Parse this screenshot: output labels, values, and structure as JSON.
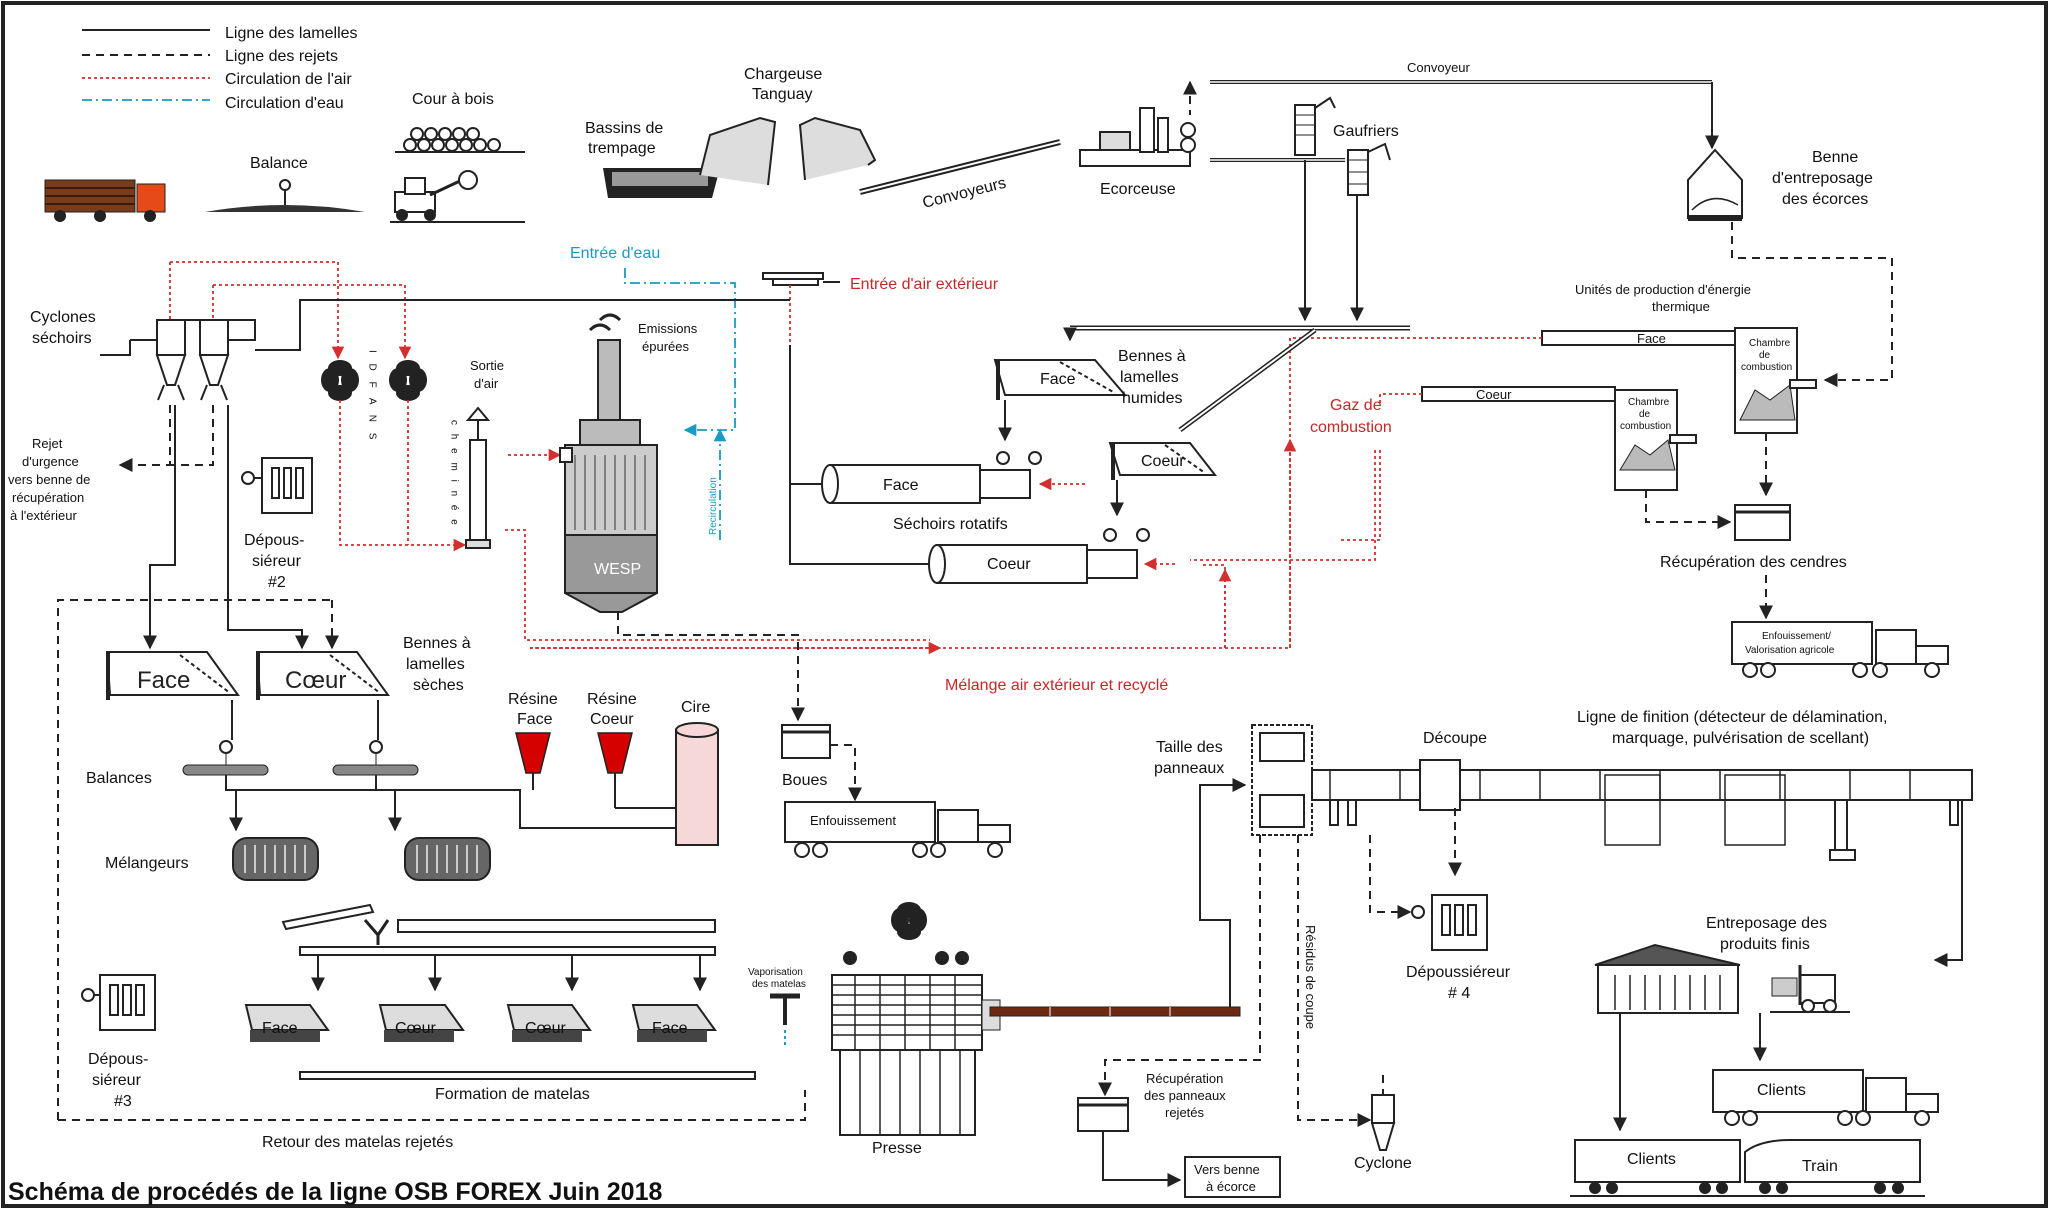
{
  "title": "Schéma de procédés de la ligne OSB FOREX Juin 2018",
  "legend": {
    "solid": "Ligne des lamelles",
    "dashed": "Ligne des rejets",
    "air": "Circulation de l'air",
    "water": "Circulation d'eau"
  },
  "colors": {
    "air": "#d32f2f",
    "water": "#1a9bc4",
    "line": "#222222",
    "resin": "#d50000",
    "wax": "#f6d8d8"
  },
  "labels": {
    "cour_a_bois": "Cour à bois",
    "balance": "Balance",
    "bassins_1": "Bassins de",
    "bassins_2": "trempage",
    "chargeuse_1": "Chargeuse",
    "chargeuse_2": "Tanguay",
    "convoyeurs": "Convoyeurs",
    "ecorceuse": "Ecorceuse",
    "convoyeur": "Convoyeur",
    "gaufriers": "Gaufriers",
    "benne_ecorces_1": "Benne",
    "benne_ecorces_2": "d'entreposage",
    "benne_ecorces_3": "des écorces",
    "entree_eau": "Entrée d'eau",
    "entree_air": "Entrée d'air extérieur",
    "cyclones_1": "Cyclones",
    "cyclones_2": "séchoirs",
    "idfans": "I D F A N S",
    "sortie_air_1": "Sortie",
    "sortie_air_2": "d'air",
    "cheminee": "c h e m i n é e",
    "emissions_1": "Emissions",
    "emissions_2": "épurées",
    "recirculation": "Recirculation",
    "wesp": "WESP",
    "unites_1": "Unités de production d'énergie",
    "unites_2": "thermique",
    "face": "Face",
    "coeur": "Coeur",
    "coeur2": "Cœur",
    "chambre_1": "Chambre",
    "chambre_2": "de",
    "chambre_3": "combustion",
    "bennes_hum_1": "Bennes à",
    "bennes_hum_2": "lamelles",
    "bennes_hum_3": "humides",
    "gaz_1": "Gaz de",
    "gaz_2": "combustion",
    "sechoirs_rotatifs": "Séchoirs rotatifs",
    "rejet_1": "Rejet",
    "rejet_2": "d'urgence",
    "rejet_3": "vers benne de",
    "rejet_4": "récupération",
    "rejet_5": "à l'extérieur",
    "dep2_1": "Dépous-",
    "dep2_2": "siéreur",
    "dep2_3": "#2",
    "recup_cendres": "Récupération des cendres",
    "enfouiss_val_1": "Enfouissement/",
    "enfouiss_val_2": "Valorisation agricole",
    "melange_air": "Mélange air extérieur et recyclé",
    "bennes_sec_1": "Bennes à",
    "bennes_sec_2": "lamelles",
    "bennes_sec_3": "sèches",
    "resine_face_1": "Résine",
    "resine_face_2": "Face",
    "resine_coeur_1": "Résine",
    "resine_coeur_2": "Coeur",
    "cire": "Cire",
    "boues": "Boues",
    "enfouissement": "Enfouissement",
    "balances": "Balances",
    "melangeurs": "Mélangeurs",
    "taille_1": "Taille des",
    "taille_2": "panneaux",
    "decoupe": "Découpe",
    "finition_1": "Ligne de finition (détecteur de délamination,",
    "finition_2": "marquage, pulvérisation de scellant)",
    "vapo_1": "Vaporisation",
    "vapo_2": "des matelas",
    "dep3_1": "Dépous-",
    "dep3_2": "siéreur",
    "dep3_3": "#3",
    "formation": "Formation de matelas",
    "retour": "Retour des matelas rejetés",
    "presse": "Presse",
    "residus": "Résidus de coupe",
    "dep4_1": "Dépoussiéreur",
    "dep4_2": "# 4",
    "recup_pan_1": "Récupération",
    "recup_pan_2": "des panneaux",
    "recup_pan_3": "rejetés",
    "vers_benne_1": "Vers benne",
    "vers_benne_2": "à écorce",
    "cyclone": "Cyclone",
    "entreposage_1": "Entreposage des",
    "entreposage_2": "produits finis",
    "clients": "Clients",
    "train": "Train"
  }
}
